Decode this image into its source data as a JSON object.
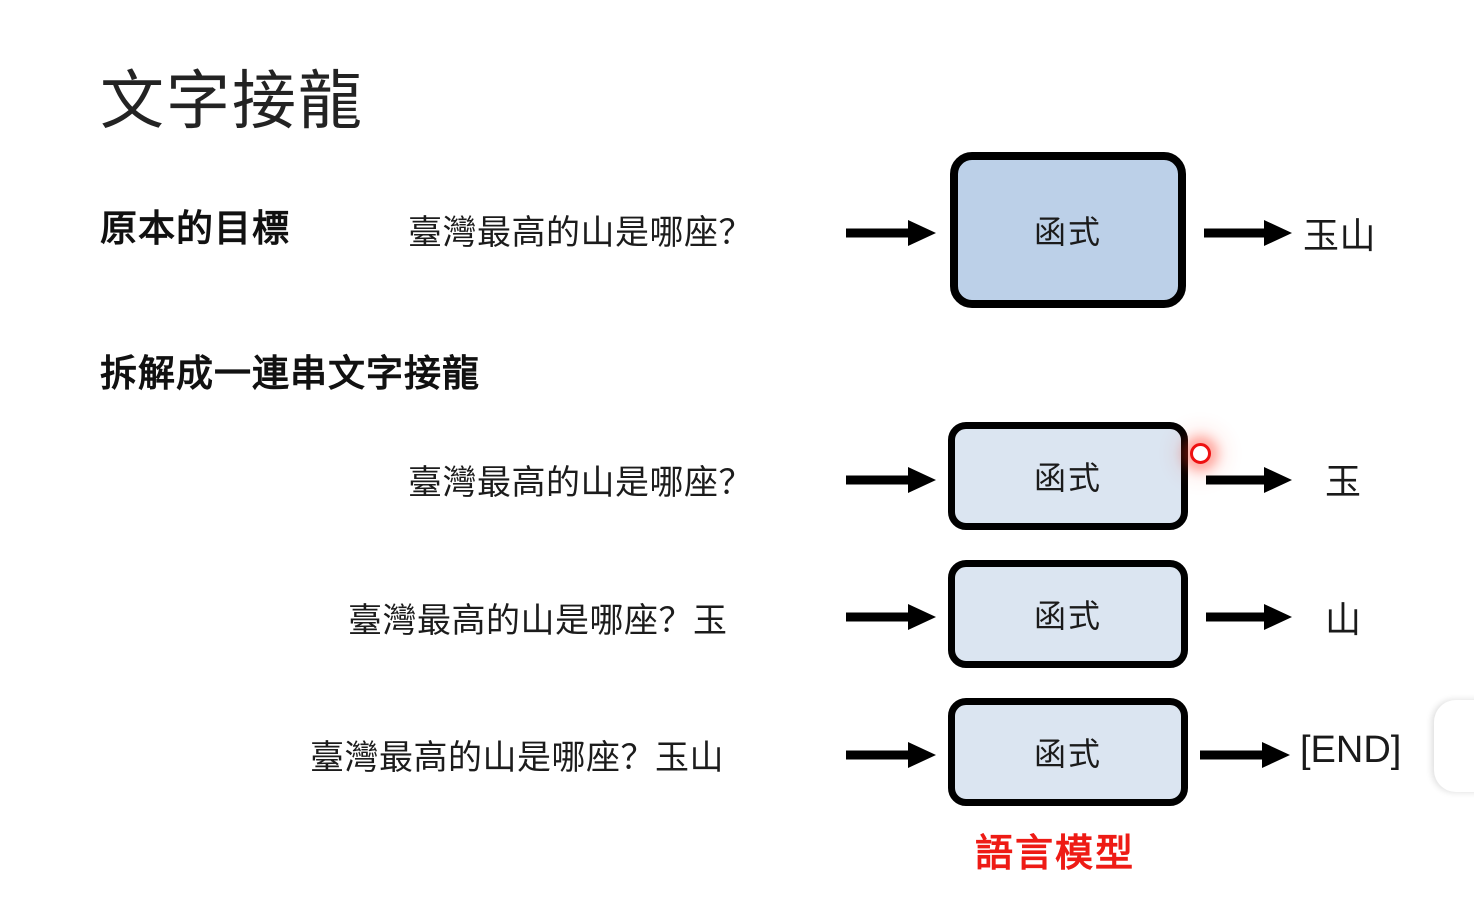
{
  "slide": {
    "title": "文字接龍",
    "background_color": "#ffffff"
  },
  "sections": {
    "goal_heading": "原本的目標",
    "split_heading": "拆解成一連串文字接龍"
  },
  "box_label": "函式",
  "model_caption": "語言模型",
  "colors": {
    "primary_box_fill": "#bcd0e8",
    "secondary_box_fill": "#dbe5f1",
    "box_border": "#000000",
    "caption_red": "#ee1b15",
    "cursor_red": "#ee1111",
    "text": "#1a1a1a"
  },
  "rows": [
    {
      "id": "original-goal",
      "prompt": "臺灣最高的山是哪座？",
      "box": "函式",
      "output": "玉山",
      "output_kind": "cjk",
      "box_variant": "primary"
    },
    {
      "id": "step-1",
      "prompt": "臺灣最高的山是哪座？",
      "box": "函式",
      "output": "玉",
      "output_kind": "cjk",
      "box_variant": "secondary"
    },
    {
      "id": "step-2",
      "prompt": "臺灣最高的山是哪座？玉",
      "box": "函式",
      "output": "山",
      "output_kind": "cjk",
      "box_variant": "secondary"
    },
    {
      "id": "step-3",
      "prompt": "臺灣最高的山是哪座？玉山",
      "box": "函式",
      "output": "[END]",
      "output_kind": "latin",
      "box_variant": "secondary"
    }
  ]
}
